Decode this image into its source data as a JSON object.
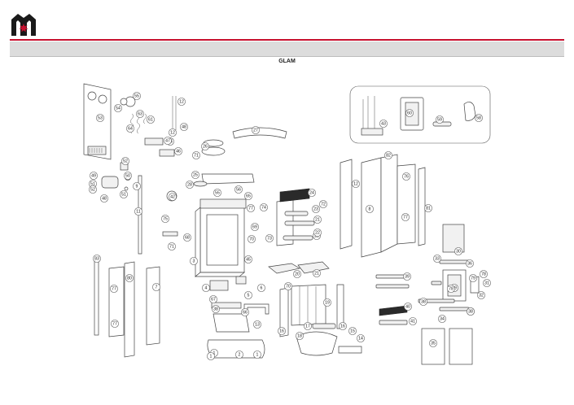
{
  "page": {
    "title": "GLAM"
  },
  "brand": {
    "logo": "rh-logo-icon",
    "color": "#c7102e"
  },
  "callouts": [
    "1",
    "1",
    "1",
    "2",
    "3",
    "4",
    "5",
    "6",
    "7",
    "8",
    "9",
    "11",
    "12",
    "12",
    "12",
    "13",
    "14",
    "15",
    "16",
    "16",
    "17",
    "18",
    "19",
    "20",
    "21",
    "21",
    "22",
    "22",
    "23",
    "24",
    "25",
    "26",
    "27",
    "28",
    "29",
    "30",
    "31",
    "32",
    "33",
    "34",
    "35",
    "36",
    "37",
    "38",
    "38",
    "38",
    "39",
    "40",
    "41",
    "42",
    "43",
    "44",
    "45",
    "46",
    "47",
    "48",
    "48",
    "49",
    "50",
    "51",
    "51",
    "52",
    "52",
    "53",
    "54",
    "55",
    "55",
    "56",
    "58",
    "59",
    "60",
    "61",
    "63",
    "64",
    "65",
    "66",
    "67",
    "68",
    "69",
    "70",
    "70",
    "71",
    "71",
    "72",
    "73",
    "74",
    "75",
    "76",
    "77",
    "77",
    "77",
    "77",
    "78",
    "78",
    "79",
    "80",
    "81",
    "82",
    "83",
    "83"
  ]
}
